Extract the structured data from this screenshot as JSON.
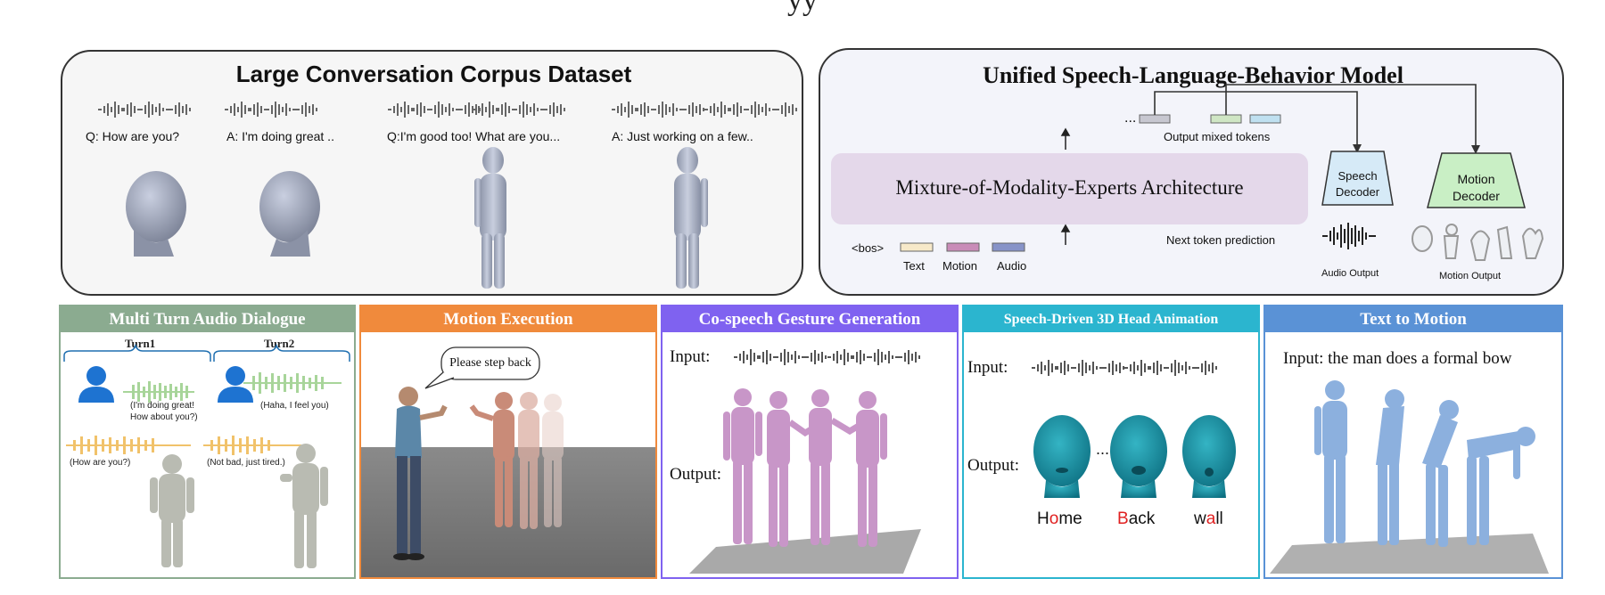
{
  "top_title": "yy",
  "corpus": {
    "title": "Large Conversation Corpus Dataset",
    "utterances": [
      "Q: How are you?",
      "A: I'm doing great ..",
      "Q:I'm good too! What are you...",
      "A: Just working on a few.."
    ]
  },
  "model": {
    "title": "Unified Speech-Language-Behavior Model",
    "ellipsis": "...",
    "output_tokens_label": "Output mixed tokens",
    "moe_label": "Mixture-of-Modality-Experts Architecture",
    "bos": "<bos>",
    "token_legend": [
      "Text",
      "Motion",
      "Audio"
    ],
    "next_token": "Next token prediction",
    "speech_decoder_line1": "Speech",
    "speech_decoder_line2": "Decoder",
    "motion_decoder_line1": "Motion",
    "motion_decoder_line2": "Decoder",
    "audio_output": "Audio Output",
    "motion_output": "Motion Output",
    "colors": {
      "text": "#f7e9c9",
      "motion": "#c98cb8",
      "audio": "#8793c8",
      "speech_dec": "#d6eaf7",
      "motion_dec": "#c9efc5"
    }
  },
  "panels": {
    "multi": {
      "title": "Multi Turn Audio Dialogue",
      "turn1": "Turn1",
      "turn2": "Turn2",
      "c1": "(I'm doing great!",
      "c1b": "How about you?)",
      "c2": "(Haha, I feel you)",
      "c3": "(How are you?)",
      "c4": "(Not bad, just tired.)"
    },
    "exec": {
      "title": "Motion Execution",
      "bubble": "Please step back"
    },
    "gesture": {
      "title": "Co-speech Gesture Generation",
      "input": "Input:",
      "output": "Output:"
    },
    "head": {
      "title": "Speech-Driven 3D Head Animation",
      "input": "Input:",
      "output": "Output:",
      "ellipsis": "...",
      "word1_a": "H",
      "word1_b": "o",
      "word1_c": "me",
      "word2_a": "B",
      "word2_b": "ack",
      "word3_a": "w",
      "word3_b": "a",
      "word3_c": "ll"
    },
    "t2m": {
      "title": "Text to Motion",
      "input": "Input: the man does a formal bow"
    }
  }
}
